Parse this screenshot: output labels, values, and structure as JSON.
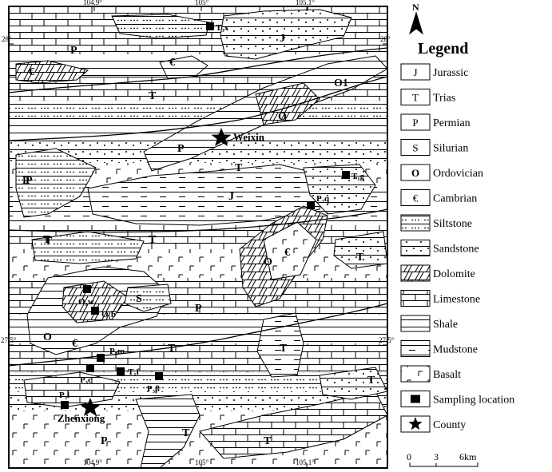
{
  "map": {
    "top_ticks": [
      "104.9°",
      "105°",
      "105.1°"
    ],
    "bottom_ticks": [
      "104.9°",
      "105°",
      "105.1°"
    ],
    "left_ticks": [
      "28°",
      "27.5°"
    ],
    "right_ticks": [
      "28°",
      "27.5°"
    ],
    "counties": [
      {
        "name": "Weixin",
        "kind": "county"
      },
      {
        "name": "Zhenxiong",
        "kind": "county"
      }
    ],
    "samples": [
      {
        "code": "T₃x"
      },
      {
        "code": "T₁g"
      },
      {
        "code": "P₂q"
      },
      {
        "code": "O₁w"
      },
      {
        "code": "O₁b"
      },
      {
        "code": "P₃m"
      },
      {
        "code": "T₁f"
      },
      {
        "code": "P₃β"
      },
      {
        "code": "P₃c"
      },
      {
        "code": "P₃l"
      }
    ],
    "unit_labels": [
      "J",
      "T",
      "P",
      "€",
      "O",
      "S",
      "O1",
      "€",
      "T",
      "P",
      "T",
      "J",
      "P",
      "T",
      "O",
      "€",
      "T",
      "S",
      "P",
      "O",
      "€",
      "T",
      "T",
      "P",
      "T",
      "T",
      "T",
      "P",
      "P",
      "T",
      "T"
    ]
  },
  "legend": {
    "title": "Legend",
    "items": [
      {
        "symbol": "J",
        "label": "Jurassic",
        "kind": "letter"
      },
      {
        "symbol": "T",
        "label": "Trias",
        "kind": "letter"
      },
      {
        "symbol": "P",
        "label": "Permian",
        "kind": "letter"
      },
      {
        "symbol": "S",
        "label": "Silurian",
        "kind": "letter"
      },
      {
        "symbol": "O",
        "label": "Ordovician",
        "kind": "letter"
      },
      {
        "symbol": "€",
        "label": "Cambrian",
        "kind": "letter"
      },
      {
        "symbol": "",
        "label": "Siltstone",
        "kind": "siltstone"
      },
      {
        "symbol": "",
        "label": "Sandstone",
        "kind": "sandstone"
      },
      {
        "symbol": "",
        "label": "Dolomite",
        "kind": "dolomite"
      },
      {
        "symbol": "",
        "label": "Limestone",
        "kind": "limestone"
      },
      {
        "symbol": "",
        "label": "Shale",
        "kind": "shale"
      },
      {
        "symbol": "",
        "label": "Mudstone",
        "kind": "mudstone"
      },
      {
        "symbol": "",
        "label": "Basalt",
        "kind": "basalt"
      },
      {
        "symbol": "",
        "label": "Sampling location",
        "kind": "square"
      },
      {
        "symbol": "",
        "label": "County",
        "kind": "star"
      }
    ]
  },
  "north": {
    "label": "N"
  },
  "scale": {
    "ticks": [
      "0",
      "3",
      "6km"
    ]
  }
}
